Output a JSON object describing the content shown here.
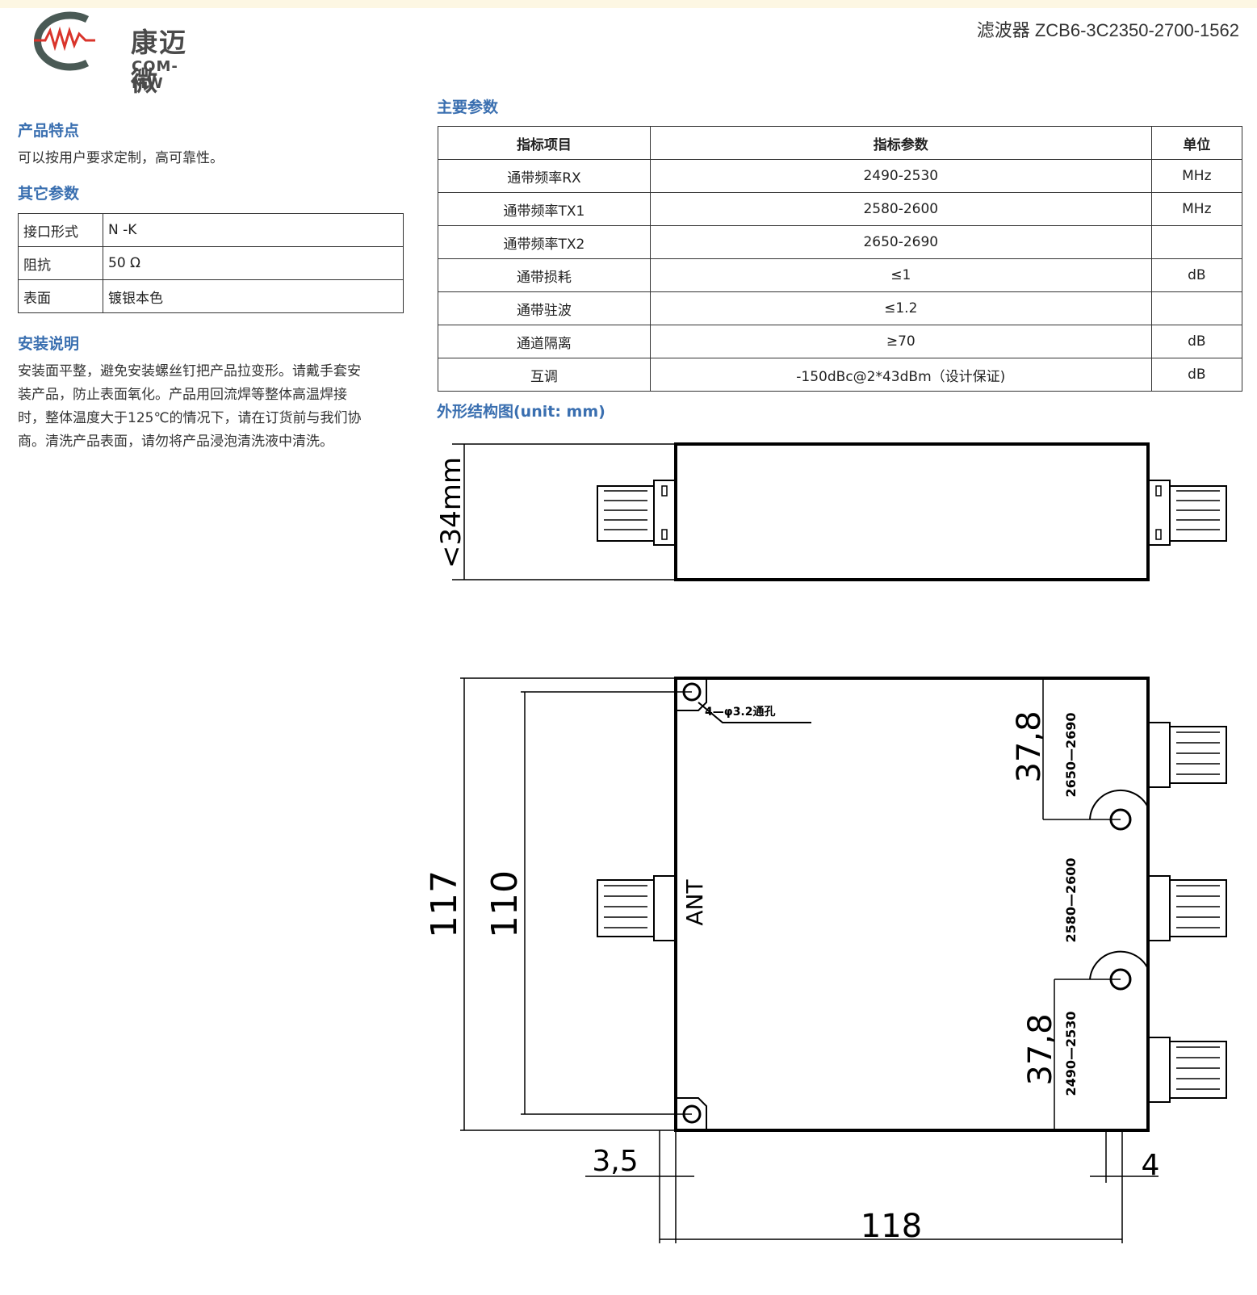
{
  "header": {
    "logo_text_cn": "康迈微",
    "logo_text_en": "COM-MW",
    "doc_title": "滤波器 ZCB6-3C2350-2700-1562"
  },
  "features": {
    "title": "产品特点",
    "text": "可以按用户要求定制，高可靠性。"
  },
  "other_params": {
    "title": "其它参数",
    "rows": [
      {
        "k": "接口形式",
        "v": "N -K"
      },
      {
        "k": "阻抗",
        "v": "50 Ω"
      },
      {
        "k": "表面",
        "v": "镀银本色"
      }
    ]
  },
  "install": {
    "title": "安装说明",
    "lines": [
      "安装面平整，避免安装螺丝钉把产品拉变形。请戴手套安",
      "装产品，防止表面氧化。产品用回流焊等整体高温焊接",
      "时，整体温度大于125℃的情况下，请在订货前与我们协",
      "商。清洗产品表面，请勿将产品浸泡清洗液中清洗。"
    ]
  },
  "main_params": {
    "title": "主要参数",
    "headers": [
      "指标项目",
      "指标参数",
      "单位"
    ],
    "rows": [
      [
        "通带频率RX",
        "2490-2530",
        "MHz"
      ],
      [
        "通带频率TX1",
        "2580-2600",
        "MHz"
      ],
      [
        "通带频率TX2",
        "2650-2690",
        ""
      ],
      [
        "通带损耗",
        "≤1",
        "dB"
      ],
      [
        "通带驻波",
        "≤1.2",
        ""
      ],
      [
        "通道隔离",
        "≥70",
        "dB"
      ],
      [
        "互调",
        "-150dBc@2*43dBm（设计保证)",
        "dB"
      ]
    ]
  },
  "drawing": {
    "title": "外形结构图(unit: mm)",
    "dim_height_side": "<34mm",
    "dim_117": "117",
    "dim_110": "110",
    "dim_37_8_top": "37,8",
    "dim_37_8_bottom": "37,8",
    "dim_3_5": "3,5",
    "dim_4": "4",
    "dim_118": "118",
    "label_ant": "ANT",
    "label_hole": "4—φ3.2通孔",
    "label_port_top": "2650—2690",
    "label_port_mid": "2580—2600",
    "label_port_bot": "2490—2530"
  }
}
